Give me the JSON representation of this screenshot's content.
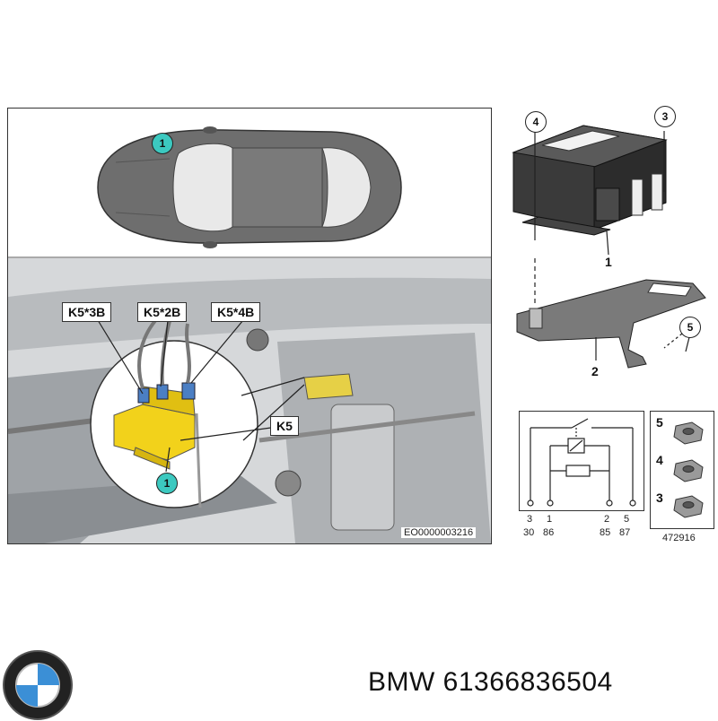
{
  "diagram": {
    "callouts": {
      "car_top": "1",
      "engine_bay": "1"
    },
    "connector_labels": [
      "K5*3B",
      "K5*2B",
      "K5*4B"
    ],
    "relay_label": "K5",
    "image_code": "EO0000003216",
    "exploded_parts": {
      "p4": "4",
      "p3": "3",
      "p1": "1",
      "p2": "2",
      "p5": "5"
    },
    "schematic": {
      "pins_top": [
        "3",
        "1",
        "2",
        "5"
      ],
      "pins_bottom": [
        "30",
        "86",
        "85",
        "87"
      ]
    },
    "nut_numbers": [
      "5",
      "4",
      "3"
    ],
    "ref_number": "472916"
  },
  "footer": {
    "brand": "BMW",
    "part_number": "61366836504"
  },
  "colors": {
    "callout_fill": "#3cc9c0",
    "relay_yellow": "#f2d21b",
    "body_grey": "#6e6e6e"
  }
}
